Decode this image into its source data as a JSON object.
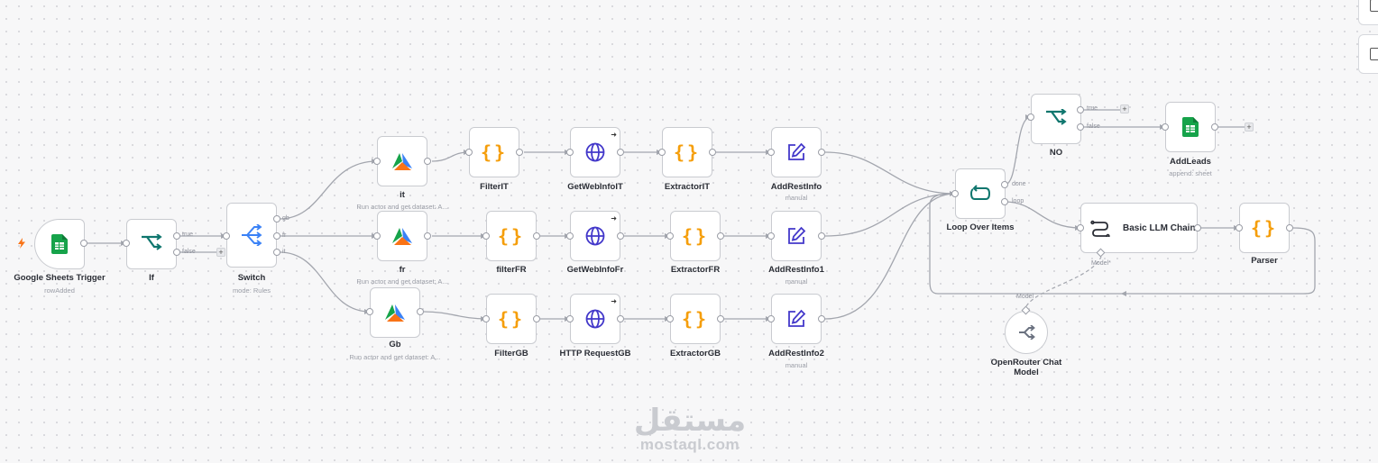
{
  "nodes": {
    "google_sheets_trigger": {
      "label": "Google Sheets Trigger",
      "subtitle": "rowAdded"
    },
    "if": {
      "label": "If",
      "true_output": "true",
      "false_output": "false"
    },
    "switch": {
      "label": "Switch",
      "subtitle": "mode: Rules",
      "outputs": [
        "gb",
        "fr",
        "it"
      ]
    },
    "it": {
      "label": "it",
      "subtitle": "Run actor and get dataset: A..."
    },
    "fr": {
      "label": "fr",
      "subtitle": "Run actor and get dataset: A..."
    },
    "gb": {
      "label": "Gb",
      "subtitle": "Run actor and get dataset: A..."
    },
    "filter_it": {
      "label": "FilterIT"
    },
    "filter_fr": {
      "label": "filterFR"
    },
    "filter_gb": {
      "label": "FilterGB"
    },
    "get_web_info_it": {
      "label": "GetWebInfoIT"
    },
    "get_web_info_fr": {
      "label": "GetWebInfoFr"
    },
    "http_request_gb": {
      "label": "HTTP RequestGB"
    },
    "extractor_it": {
      "label": "ExtractorIT"
    },
    "extractor_fr": {
      "label": "ExtractorFR"
    },
    "extractor_gb": {
      "label": "ExtractorGB"
    },
    "add_rest_info": {
      "label": "AddRestInfo",
      "subtitle": "manual"
    },
    "add_rest_info1": {
      "label": "AddRestInfo1",
      "subtitle": "manual"
    },
    "add_rest_info2": {
      "label": "AddRestInfo2",
      "subtitle": "manual"
    },
    "loop_over_items": {
      "label": "Loop Over Items",
      "done_output": "done",
      "loop_output": "loop"
    },
    "no": {
      "label": "NO",
      "true_output": "true",
      "false_output": "false"
    },
    "add_leads": {
      "label": "AddLeads",
      "subtitle": "append: sheet"
    },
    "basic_llm_chain": {
      "label": "Basic LLM Chain",
      "model_input": "Model*"
    },
    "parser": {
      "label": "Parser"
    },
    "openrouter_chat_model": {
      "label": "OpenRouter Chat Model",
      "model_output": "Model"
    }
  },
  "add_button": "+",
  "watermark": {
    "arabic": "مستقل",
    "latin": "mostaql.com"
  },
  "icons": {
    "trigger": "lightning-bolt-icon",
    "sheets": "google-sheets-icon",
    "if": "branch-icon",
    "switch": "switch-icon",
    "apify": "apify-icon",
    "code": "curly-braces-icon",
    "http": "globe-icon",
    "edit": "edit-fields-icon",
    "loop": "loop-icon",
    "llm": "chain-icon",
    "openrouter": "openrouter-icon"
  },
  "colors": {
    "code": "#f59e0b",
    "http": "#4338ca",
    "edit": "#4338ca",
    "branch": "#0f766e",
    "switch": "#3b82f6",
    "sheets": "#16a34a",
    "trigger": "#f97316"
  }
}
